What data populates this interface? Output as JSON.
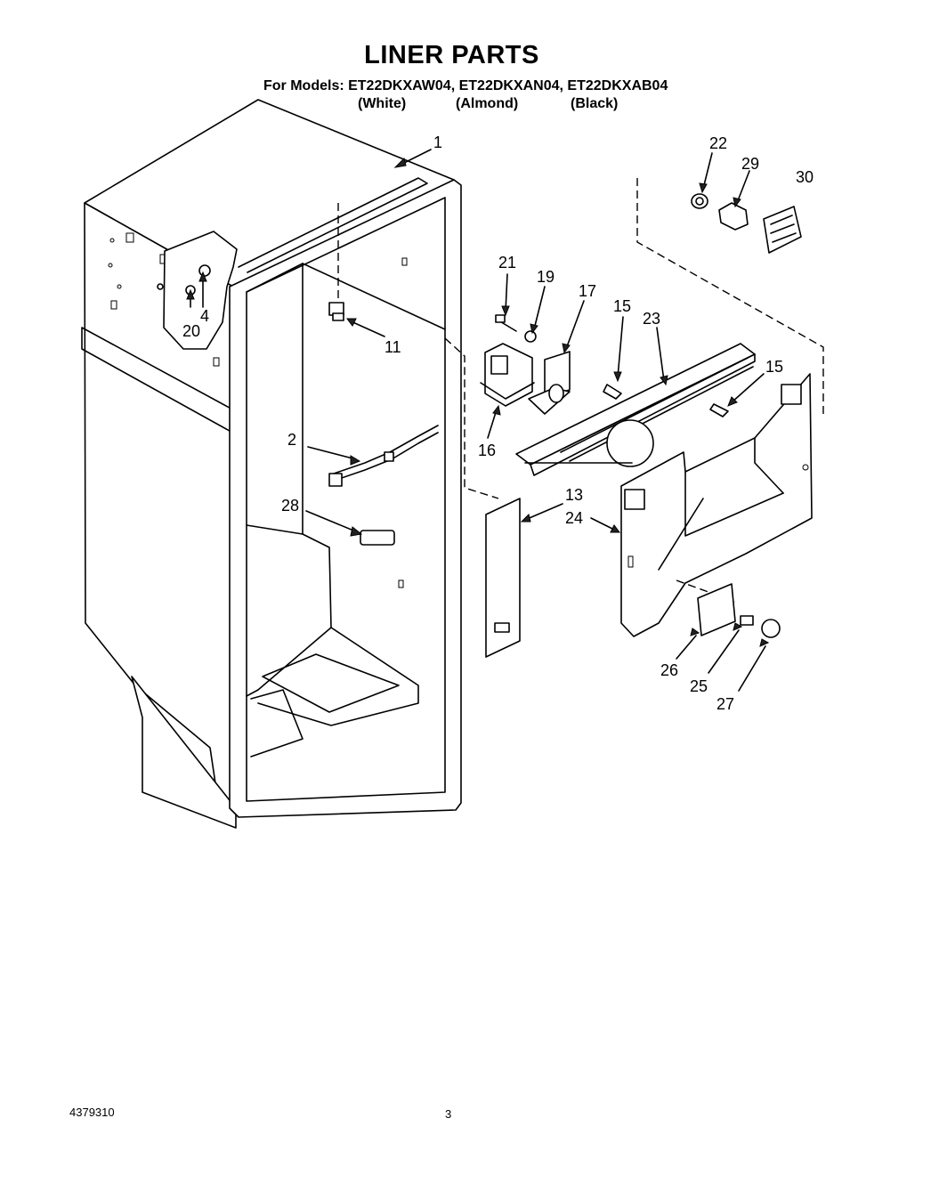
{
  "header": {
    "title": "LINER PARTS",
    "models_line": "For Models: ET22DKXAW04, ET22DKXAN04, ET22DKXAB04",
    "colors": [
      "(White)",
      "(Almond)",
      "(Black)"
    ]
  },
  "diagram": {
    "callouts": {
      "c1": "1",
      "c2": "2",
      "c4": "4",
      "c11": "11",
      "c13": "13",
      "c15a": "15",
      "c15b": "15",
      "c16": "16",
      "c17": "17",
      "c19": "19",
      "c20": "20",
      "c21": "21",
      "c22": "22",
      "c23": "23",
      "c24": "24",
      "c25": "25",
      "c26": "26",
      "c27": "27",
      "c28": "28",
      "c29": "29",
      "c30": "30"
    }
  },
  "footer": {
    "doc_number": "4379310",
    "page_number": "3"
  }
}
